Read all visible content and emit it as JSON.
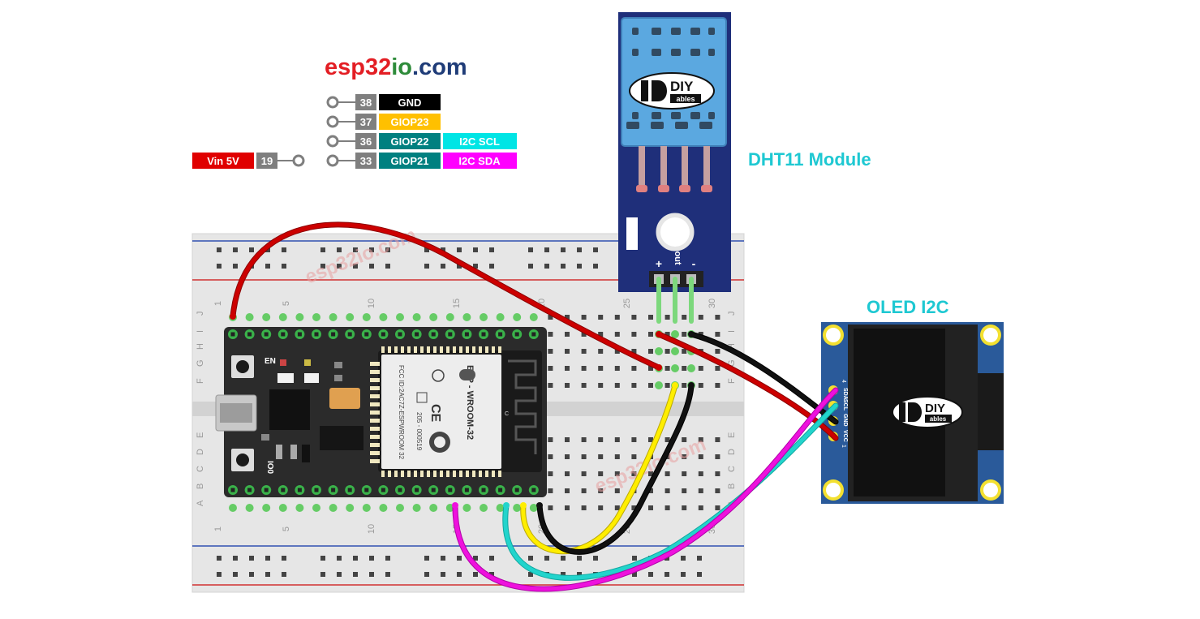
{
  "brand": {
    "part1": "esp32",
    "part2": "io",
    "part3": ".com"
  },
  "pin_legend": {
    "rows": [
      {
        "num": "38",
        "name": "GND",
        "func": ""
      },
      {
        "num": "37",
        "name": "GIOP23",
        "func": ""
      },
      {
        "num": "36",
        "name": "GIOP22",
        "func": "I2C SCL"
      },
      {
        "num": "33",
        "name": "GIOP21",
        "func": "I2C SDA"
      }
    ],
    "vin": {
      "label": "Vin 5V",
      "num": "19"
    }
  },
  "dht11": {
    "title": "DHT11 Module",
    "logo_text": "DIY",
    "logo_sub": "ables",
    "pin_plus": "+",
    "pin_out": "out",
    "pin_minus": "-"
  },
  "oled": {
    "title": "OLED I2C",
    "logo_text": "DIY",
    "logo_sub": "ables",
    "pins": [
      "SDA",
      "SCL",
      "GND",
      "VCC"
    ],
    "pin_first": "4",
    "pin_last": "1"
  },
  "esp32": {
    "module": "ESP - WROOM-32",
    "fcc": "FCC ID:2AC7Z-ESPWROOM 32",
    "code": "205 - 000519",
    "en": "EN",
    "io0": "IO0"
  },
  "breadboard": {
    "col_labels": [
      "1",
      "5",
      "10",
      "15",
      "20",
      "25",
      "30"
    ],
    "row_labels_top": [
      "J",
      "I",
      "H",
      "G",
      "F"
    ],
    "row_labels_bottom": [
      "E",
      "D",
      "C",
      "B",
      "A"
    ]
  },
  "watermark": "esp32io.com",
  "colors": {
    "brand_red": "#e31e24",
    "brand_green": "#2e8b3a",
    "brand_blue": "#1f3c78",
    "gnd": "#000000",
    "giop23": "#ffc000",
    "giop_teal": "#008080",
    "scl": "#00e5e5",
    "sda": "#ff00ff",
    "vin": "#e00000",
    "pin_num": "#7f7f7f",
    "label_cyan": "#1ec8d2",
    "wire_red": "#cc0000",
    "wire_black": "#111111",
    "wire_yellow": "#ffee00",
    "wire_cyan": "#22d4cc",
    "wire_magenta": "#ee11dd"
  }
}
